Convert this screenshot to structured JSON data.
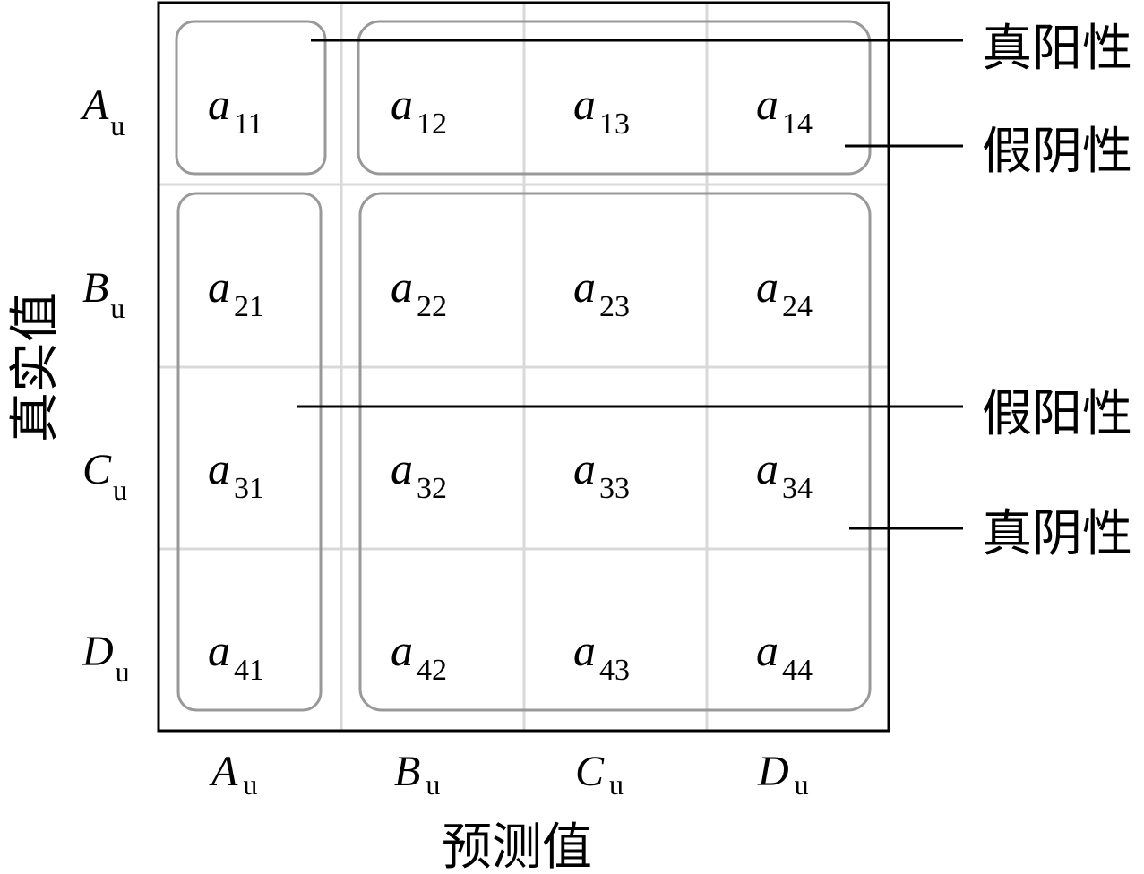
{
  "matrix": {
    "rows": [
      [
        "11",
        "12",
        "13",
        "14"
      ],
      [
        "21",
        "22",
        "23",
        "24"
      ],
      [
        "31",
        "32",
        "33",
        "34"
      ],
      [
        "41",
        "42",
        "43",
        "44"
      ]
    ],
    "cell_symbol": "a"
  },
  "row_labels": [
    {
      "main": "A",
      "sub": "u"
    },
    {
      "main": "B",
      "sub": "u"
    },
    {
      "main": "C",
      "sub": "u"
    },
    {
      "main": "D",
      "sub": "u"
    }
  ],
  "col_labels": [
    {
      "main": "A",
      "sub": "u"
    },
    {
      "main": "B",
      "sub": "u"
    },
    {
      "main": "C",
      "sub": "u"
    },
    {
      "main": "D",
      "sub": "u"
    }
  ],
  "axis": {
    "y_title": "真实值",
    "x_title": "预测值"
  },
  "callouts": {
    "true_positive": "真阳性",
    "false_negative": "假阴性",
    "false_positive": "假阳性",
    "true_negative": "真阴性"
  },
  "colors": {
    "frame": "#000000",
    "grid": "#d9d9d9",
    "group": "#999999",
    "leader": "#000000"
  }
}
